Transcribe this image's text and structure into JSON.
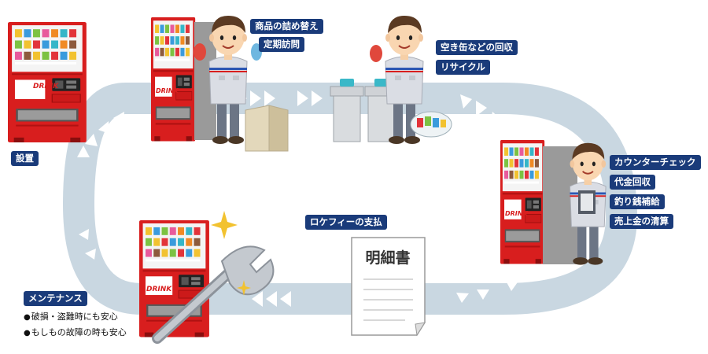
{
  "labels": {
    "install": "設置",
    "restock": "商品の詰め替え",
    "visit": "定期訪問",
    "can_collect": "空き缶などの回収",
    "recycle": "リサイクル",
    "counter_check": "カウンターチェック",
    "cash_collect": "代金回収",
    "change_refill": "釣り銭補給",
    "sales_settle": "売上金の清算",
    "location_fee": "ロケフィーの支払",
    "maintenance": "メンテナンス"
  },
  "maintenance_notes": [
    "破損・盗難時にも安心",
    "もしもの故障の時も安心"
  ],
  "document_title": "明細書",
  "brand_text": "DRINK",
  "colors": {
    "label_bg": "#1a3b7a",
    "machine_red": "#d81e1e",
    "loop_track": "#c9d7e1",
    "arrow": "#ffffff"
  },
  "icons": [
    "vending-machine-icon",
    "worker-icon",
    "trash-bin-icon",
    "cardboard-box-icon",
    "wrench-icon",
    "sparkle-icon",
    "receipt-document-icon",
    "clipboard-icon",
    "recycle-bag-icon"
  ]
}
